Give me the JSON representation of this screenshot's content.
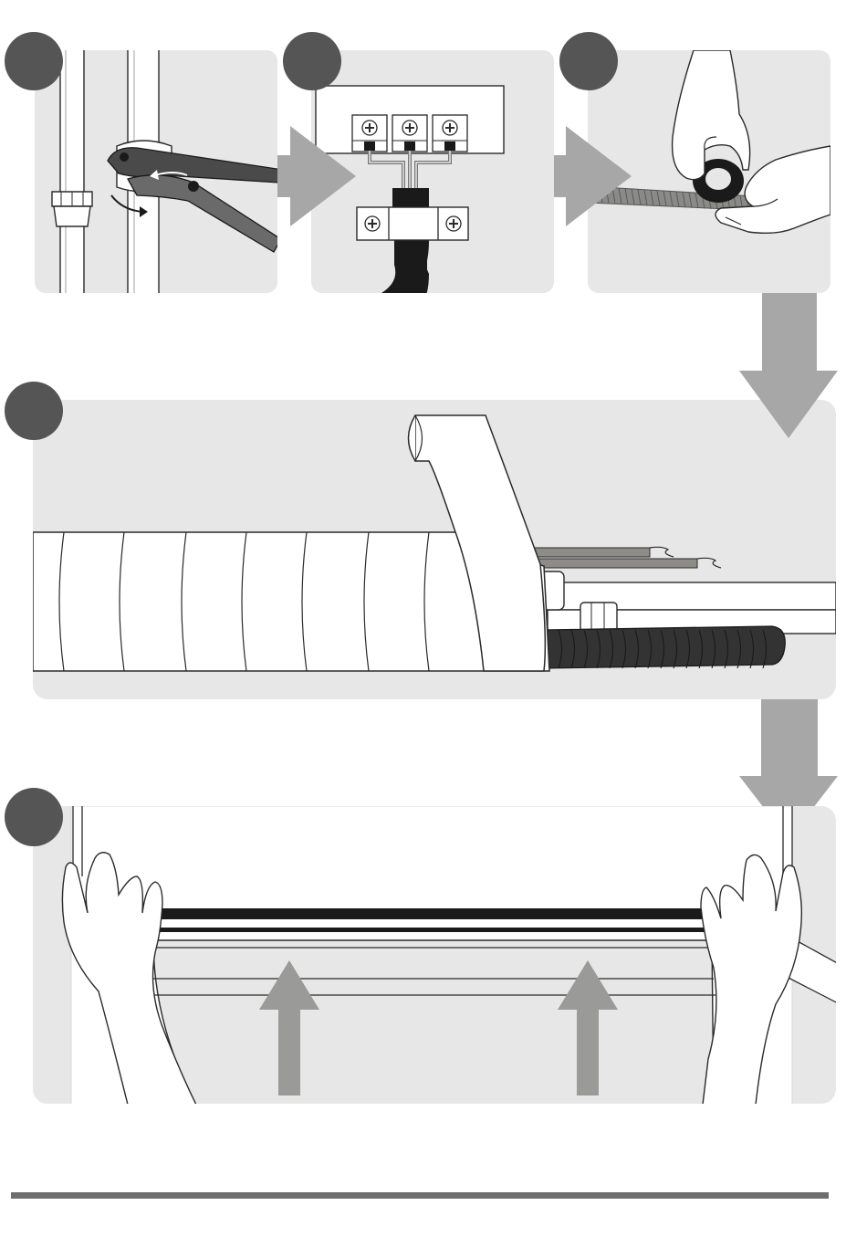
{
  "colors": {
    "panel": "#e7e7e7",
    "step_badge": "#555556",
    "arrow": "#a7a7a7",
    "arrow_dark": "#9a9a98",
    "outline": "#2a2a2a",
    "tube": "#333333",
    "bottom_rule": "#6e6e6e"
  },
  "steps": [
    {
      "label": "",
      "content": "wrench-tightening-pipe-nut-illustration"
    },
    {
      "label": "",
      "content": "terminal-block-cable-wiring-illustration"
    },
    {
      "label": "",
      "content": "hands-wrapping-tape-on-pipe-illustration"
    },
    {
      "label": "",
      "content": "taped-pipe-bundle-illustration"
    },
    {
      "label": "",
      "content": "hands-lifting-indoor-unit-illustration"
    }
  ]
}
